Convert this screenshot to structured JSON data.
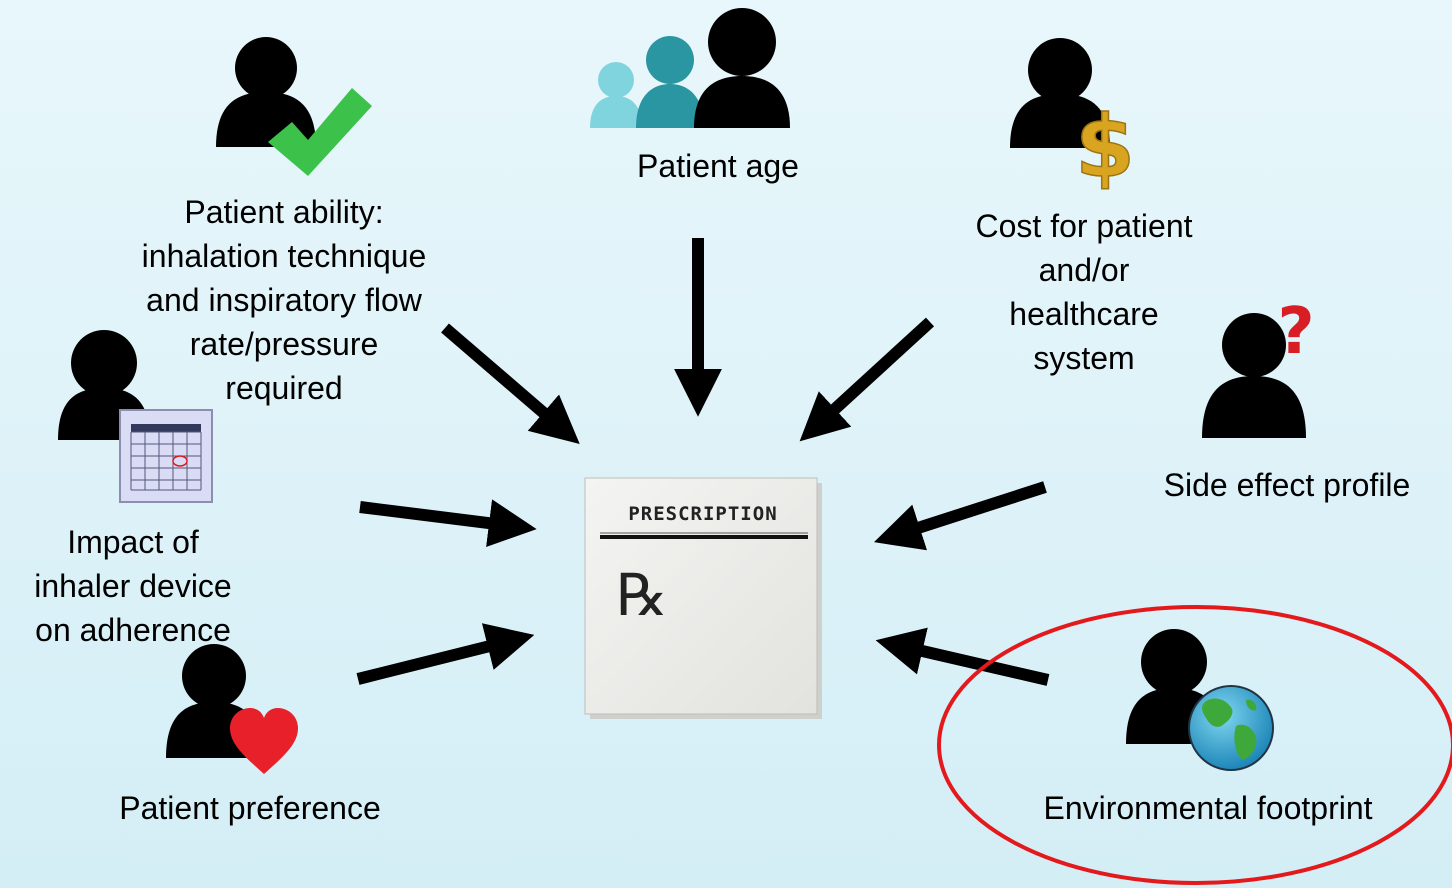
{
  "factors": {
    "ability": [
      "Patient ability:",
      "inhalation technique",
      "and inspiratory flow",
      "rate/pressure",
      "required"
    ],
    "age": "Patient age",
    "cost": [
      "Cost for patient",
      "and/or",
      "healthcare",
      "system"
    ],
    "side_effects": "Side effect profile",
    "adherence": [
      "Impact of",
      "inhaler device",
      "on adherence"
    ],
    "preference": "Patient preference",
    "environment": "Environmental footprint"
  },
  "prescription": {
    "heading": "PRESCRIPTION",
    "symbol": "℞"
  },
  "icons": {
    "ability": "check-icon",
    "age": "family-icon",
    "cost": "dollar-icon",
    "side_effects": "question-mark-icon",
    "adherence": "calendar-icon",
    "preference": "heart-icon",
    "environment": "globe-icon"
  },
  "colors": {
    "highlight_ring": "#e3191c",
    "arrow": "#000000",
    "person": "#000000",
    "check": "#3cc24a",
    "heart": "#e8202a",
    "dollar": "#d9a520",
    "question": "#d81e24",
    "family_mid": "#2a96a2",
    "family_light": "#7fd4de"
  }
}
